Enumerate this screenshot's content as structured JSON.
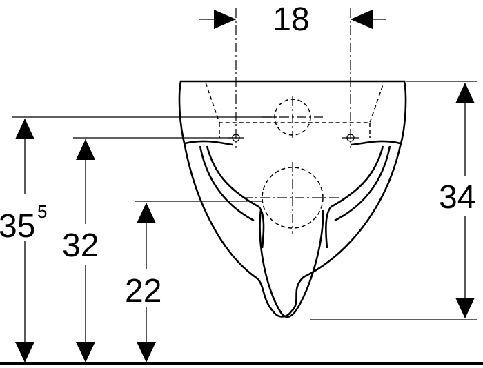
{
  "dimensions": {
    "top_width": "18",
    "height_total_main": "35",
    "height_total_sup": "5",
    "height_inlet": "32",
    "height_outlet": "22",
    "height_bowl": "34"
  }
}
